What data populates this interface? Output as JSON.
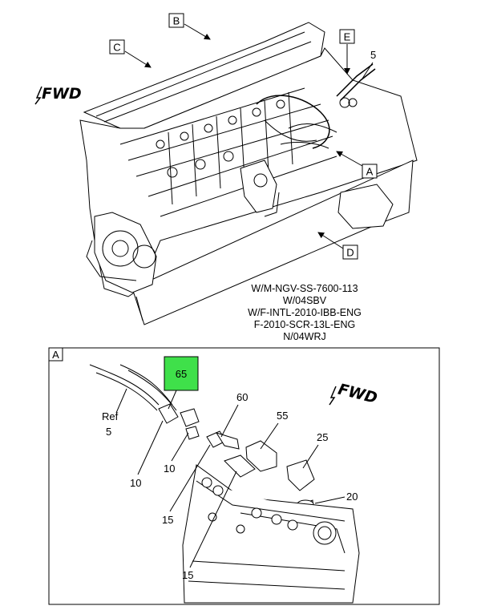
{
  "overview": {
    "fwd": "FWD",
    "callouts": {
      "a": "A",
      "b": "B",
      "c": "C",
      "d": "D",
      "e": "E"
    },
    "part_5": "5",
    "codes": [
      "W/M-NGV-SS-7600-113",
      "W/04SBV",
      "W/F-INTL-2010-IBB-ENG",
      "F-2010-SCR-13L-ENG",
      "N/04WRJ"
    ]
  },
  "detail": {
    "view_label": "A",
    "fwd": "FWD",
    "highlight": {
      "label": "65",
      "color": "#3fe04a"
    },
    "ref_label": "Ref",
    "ref_num": "5",
    "parts": {
      "p60": "60",
      "p55": "55",
      "p25": "25",
      "p20": "20",
      "p10a": "10",
      "p10b": "10",
      "p15a": "15",
      "p15b": "15"
    }
  }
}
